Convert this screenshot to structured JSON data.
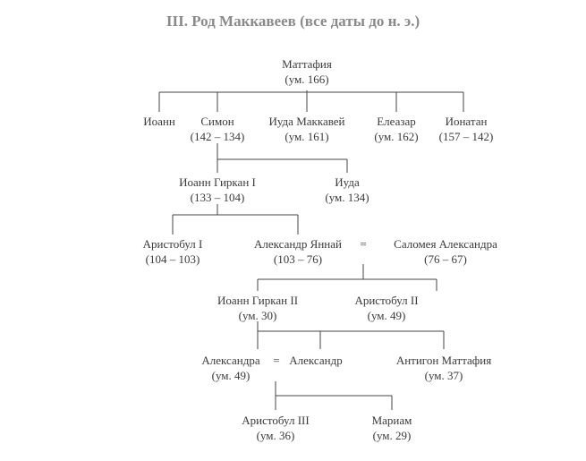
{
  "title": "III. Род Маккавеев (все даты до н. э.)",
  "colors": {
    "text": "#3a3a3a",
    "title": "#8a8a8a",
    "line": "#444444"
  },
  "members": [
    {
      "id": "mattathias",
      "name": "Маттафия",
      "dates": "(ум. 166)"
    },
    {
      "id": "ioann",
      "name": "Иоанн",
      "dates": ""
    },
    {
      "id": "simon",
      "name": "Симон",
      "dates": "(142 – 134)"
    },
    {
      "id": "iuda-makkavey",
      "name": "Иуда Маккавей",
      "dates": "(ум. 161)"
    },
    {
      "id": "eleazar",
      "name": "Елеазар",
      "dates": "(ум. 162)"
    },
    {
      "id": "ionatan",
      "name": "Ионатан",
      "dates": "(157 – 142)"
    },
    {
      "id": "ioann-girkan-1",
      "name": "Иоанн Гиркан I",
      "dates": "(133 – 104)"
    },
    {
      "id": "iuda-2",
      "name": "Иуда",
      "dates": "(ум. 134)"
    },
    {
      "id": "aristobul-1",
      "name": "Аристобул I",
      "dates": "(104 – 103)"
    },
    {
      "id": "aleksandr-yannay",
      "name": "Александр Яннай",
      "dates": "(103 – 76)"
    },
    {
      "id": "salomeya",
      "name": "Саломея Александра",
      "dates": "(76 – 67)"
    },
    {
      "id": "ioann-girkan-2",
      "name": "Иоанн Гиркан II",
      "dates": "(ум. 30)"
    },
    {
      "id": "aristobul-2",
      "name": "Аристобул II",
      "dates": "(ум. 49)"
    },
    {
      "id": "aleksandra",
      "name": "Александра",
      "dates": "(ум. 49)"
    },
    {
      "id": "aleksandr",
      "name": "Александр",
      "dates": ""
    },
    {
      "id": "antigon",
      "name": "Антигон Маттафия",
      "dates": "(ум. 37)"
    },
    {
      "id": "aristobul-3",
      "name": "Аристобул III",
      "dates": "(ум. 36)"
    },
    {
      "id": "mariam",
      "name": "Мариам",
      "dates": "(ум. 29)"
    }
  ],
  "marriage_symbol": "="
}
